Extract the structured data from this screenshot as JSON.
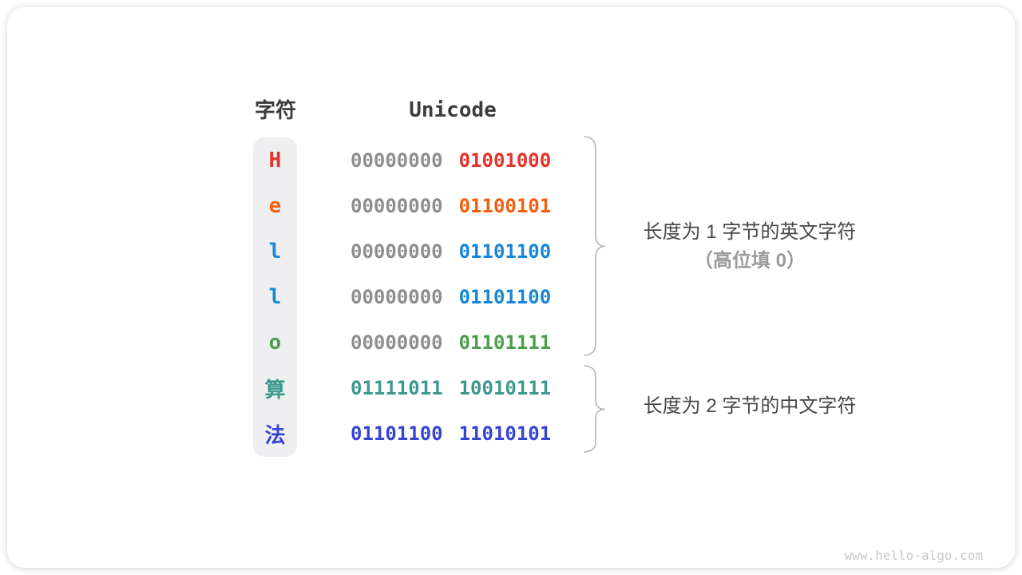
{
  "page": {
    "watermark": "www.hello-algo.com"
  },
  "table": {
    "headers": {
      "char": "字符",
      "unicode": "Unicode"
    },
    "rows": [
      {
        "char": "H",
        "high": "00000000",
        "low": "01001000",
        "color": "#e5332c",
        "two_byte": false
      },
      {
        "char": "e",
        "high": "00000000",
        "low": "01100101",
        "color": "#f35f0f",
        "two_byte": false
      },
      {
        "char": "l",
        "high": "00000000",
        "low": "01101100",
        "color": "#1787d6",
        "two_byte": false
      },
      {
        "char": "l",
        "high": "00000000",
        "low": "01101100",
        "color": "#1787d6",
        "two_byte": false
      },
      {
        "char": "o",
        "high": "00000000",
        "low": "01101111",
        "color": "#4c9e4c",
        "two_byte": false
      },
      {
        "char": "算",
        "high": "01111011",
        "low": "10010111",
        "color": "#3d998d",
        "two_byte": true
      },
      {
        "char": "法",
        "high": "01101100",
        "low": "11010101",
        "color": "#3744d2",
        "two_byte": true
      }
    ]
  },
  "annotations": [
    {
      "line1": "长度为 1 字节的英文字符",
      "line2": "（高位填 0）"
    },
    {
      "line1": "长度为 2 字节的中文字符",
      "line2": ""
    }
  ],
  "colors": {
    "gray_bits": "#8e8e8e",
    "header_text": "#3c3c3c",
    "annotation_dark": "#474747",
    "annotation_gray": "#9b9b9b",
    "brace": "#b5b5b5",
    "strip_bg": "#efeff1",
    "watermark": "#c8c8c8"
  }
}
